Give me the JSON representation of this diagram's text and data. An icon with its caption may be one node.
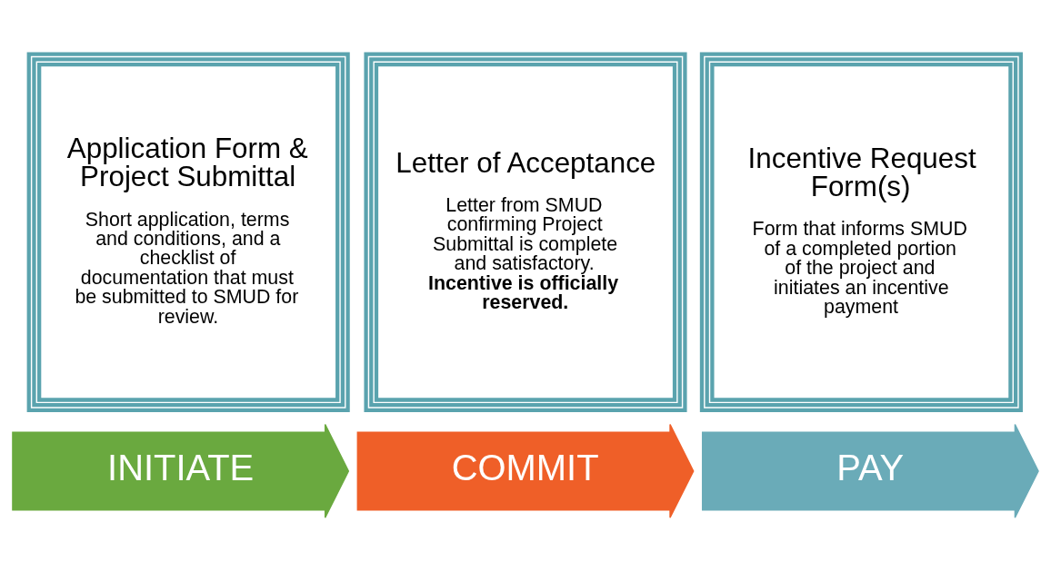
{
  "diagram": {
    "nodes": [
      {
        "text": [
          "Application Form & Project Submittal",
          "Short application, terms and conditions, and a checklist of documentation that must be submitted to SMUD for review."
        ]
      },
      {
        "text": [
          "Letter of Acceptance",
          "Letter from SMUD confirming Project Submittal is complete and satisfactory. **Incentive is officially reserved.**"
        ]
      },
      {
        "text": [
          "Incentive Request Form(s)",
          "Form that informs SMUD of a completed portion of the project and initiates an incentive payment"
        ]
      },
      {
        "text": [
          "INITIATE"
        ]
      },
      {
        "text": [
          "COMMIT"
        ]
      },
      {
        "text": [
          "PAY"
        ]
      }
    ]
  }
}
